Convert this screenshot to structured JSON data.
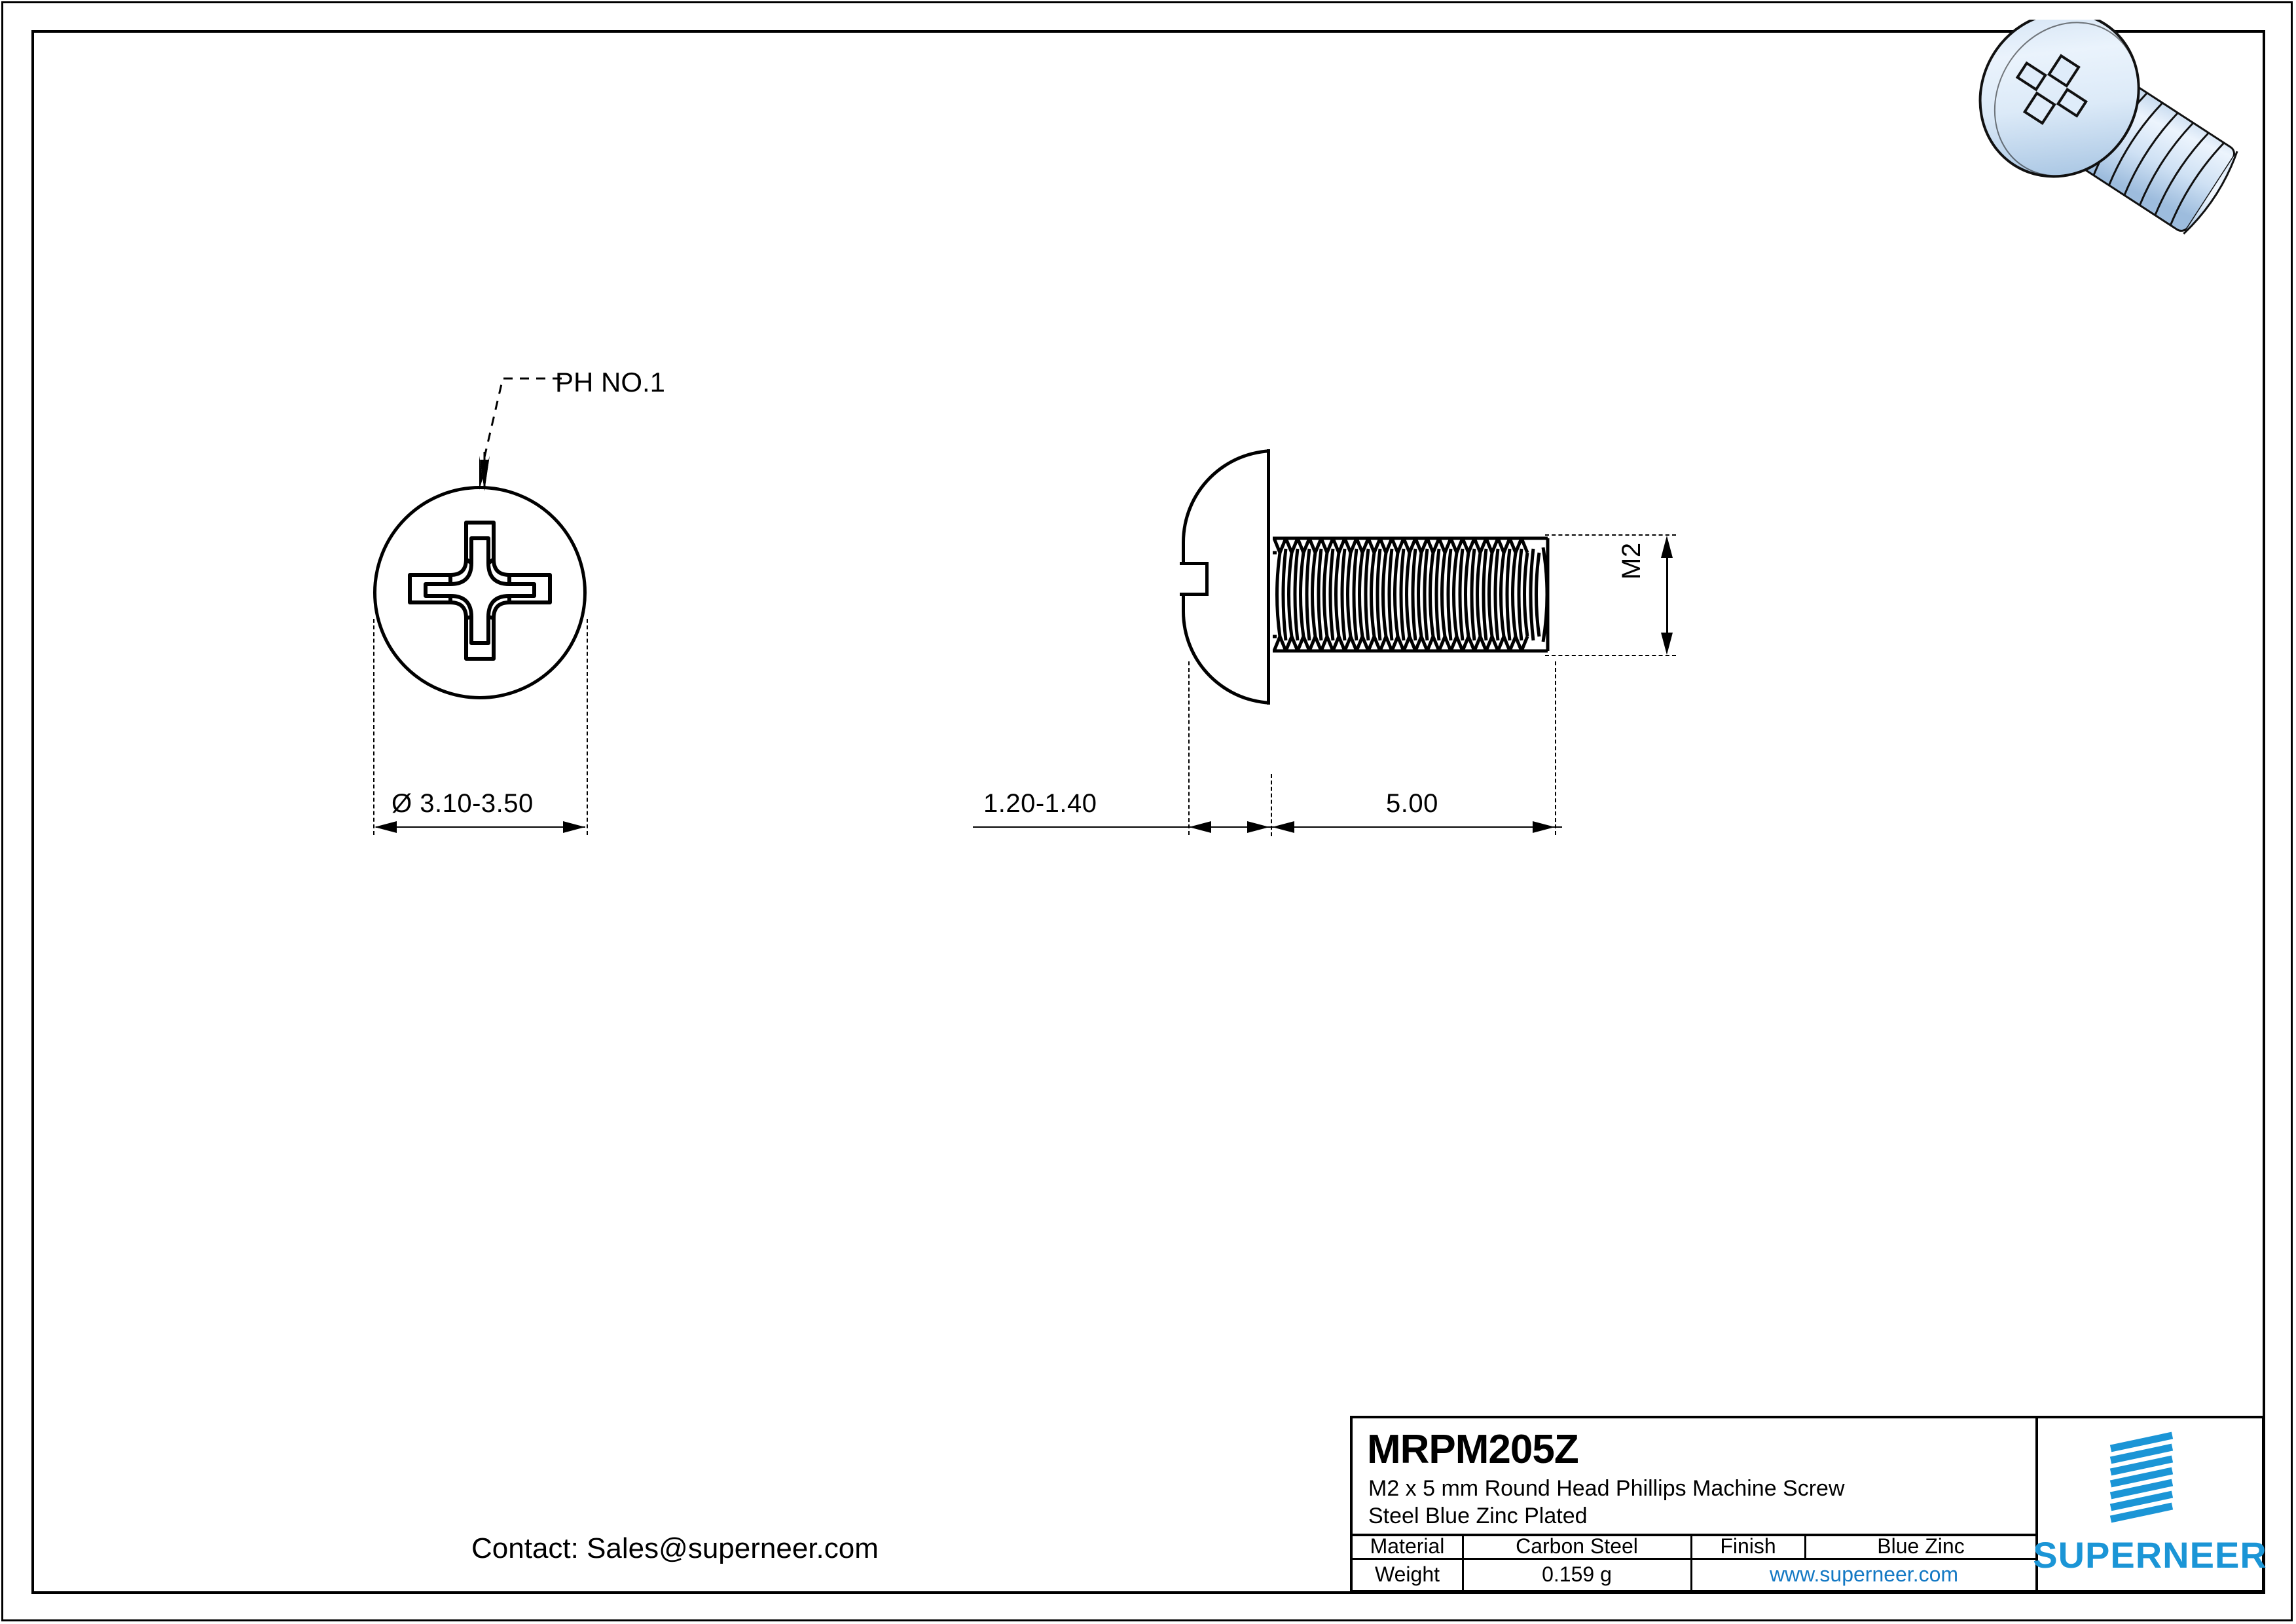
{
  "drawing": {
    "front_view": {
      "leader_label": "PH NO.1",
      "diameter_dim": "Ø 3.10-3.50"
    },
    "side_view": {
      "head_height_dim": "1.20-1.40",
      "length_dim": "5.00",
      "thread_dim": "M2"
    }
  },
  "contact": {
    "text": "Contact: Sales@superneer.com"
  },
  "title_block": {
    "part_number": "MRPM205Z",
    "description_line1": "M2 x 5 mm Round Head Phillips Machine Screw",
    "description_line2": "Steel Blue Zinc Plated",
    "material_label": "Material",
    "material_value": "Carbon Steel",
    "finish_label": "Finish",
    "finish_value": "Blue Zinc",
    "weight_label": "Weight",
    "weight_value": "0.159 g",
    "website": "www.superneer.com",
    "brand": "SUPERNEER",
    "brand_color": "#1b95d6",
    "link_color": "#1479c4"
  }
}
